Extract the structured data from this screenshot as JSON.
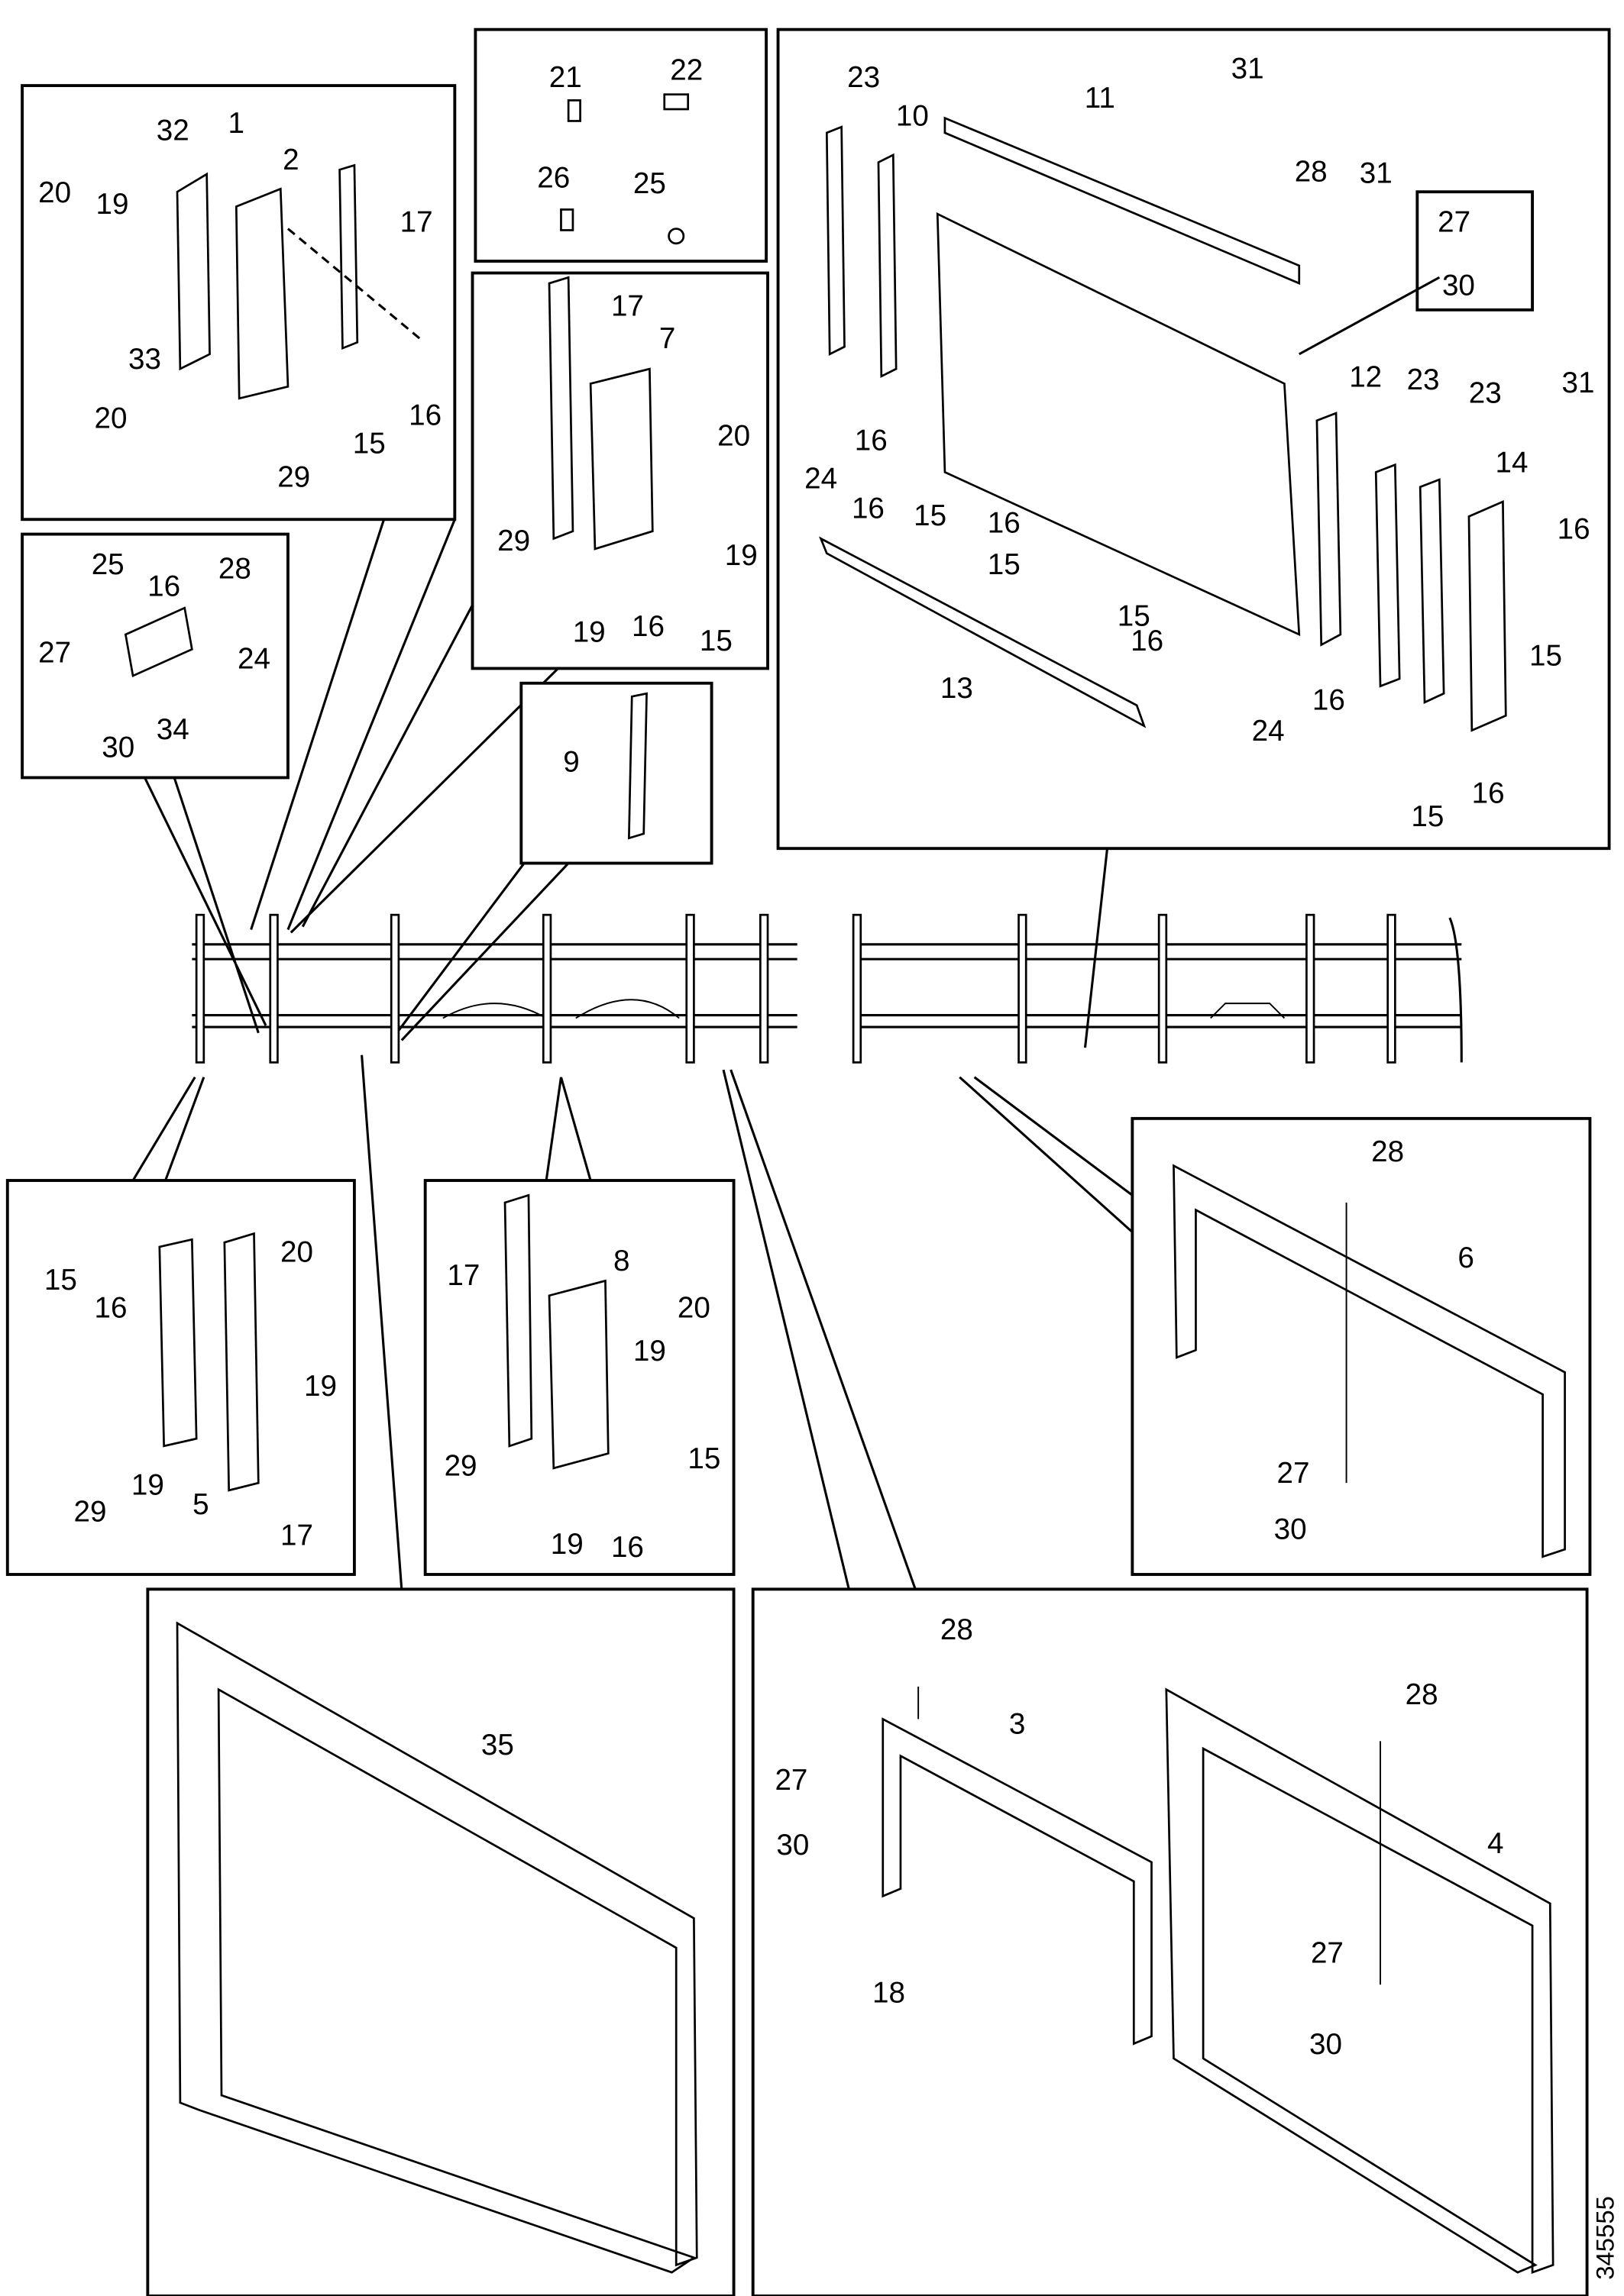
{
  "figure_number": "345555",
  "panels": {
    "a": {
      "callouts": [
        "32",
        "1",
        "20",
        "19",
        "2",
        "17",
        "33",
        "20",
        "16",
        "15",
        "29"
      ]
    },
    "b": {
      "callouts": [
        "21",
        "22",
        "26",
        "25"
      ]
    },
    "c": {
      "callouts": [
        "23",
        "10",
        "11",
        "31",
        "28",
        "31",
        "27",
        "30",
        "12",
        "23",
        "23",
        "31",
        "14",
        "16",
        "15",
        "16",
        "24",
        "16",
        "15",
        "16",
        "15",
        "15",
        "16",
        "13",
        "24",
        "16",
        "16",
        "15"
      ]
    },
    "d": {
      "callouts": [
        "25",
        "16",
        "28",
        "27",
        "24",
        "30",
        "34"
      ]
    },
    "e": {
      "callouts": [
        "17",
        "7",
        "20",
        "29",
        "19",
        "19",
        "16",
        "15"
      ]
    },
    "f": {
      "callouts": [
        "9"
      ]
    },
    "g": {
      "callouts": [
        "15",
        "16",
        "20",
        "19",
        "29",
        "19",
        "5",
        "17"
      ]
    },
    "h": {
      "callouts": [
        "17",
        "8",
        "20",
        "19",
        "29",
        "19",
        "16",
        "15"
      ]
    },
    "i": {
      "callouts": [
        "28",
        "6",
        "27",
        "30"
      ]
    },
    "j": {
      "callouts": [
        "35"
      ]
    },
    "k": {
      "callouts": [
        "28",
        "3",
        "28",
        "4",
        "27",
        "30",
        "18",
        "27",
        "30"
      ]
    }
  }
}
